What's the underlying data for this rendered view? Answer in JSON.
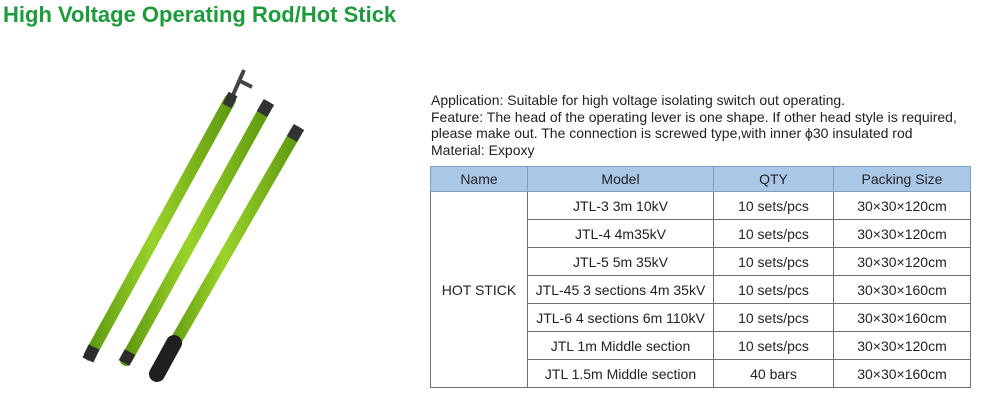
{
  "title": "High Voltage Operating Rod/Hot Stick",
  "description": {
    "application": "Application: Suitable for high voltage isolating switch out operating.",
    "feature_line1": "Feature: The head of the operating lever is one shape. If other head style is required,",
    "feature_line2": "please make out. The connection is screwed type,with inner  ϕ30 insulated rod",
    "material": "Material: Expoxy"
  },
  "table": {
    "headers": [
      "Name",
      "Model",
      "QTY",
      "Packing Size"
    ],
    "name": "HOT STICK",
    "rows": [
      {
        "model": "JTL-3 3m 10kV",
        "qty": "10 sets/pcs",
        "packing": "30×30×120cm"
      },
      {
        "model": "JTL-4 4m35kV",
        "qty": "10 sets/pcs",
        "packing": "30×30×120cm"
      },
      {
        "model": "JTL-5 5m 35kV",
        "qty": "10 sets/pcs",
        "packing": "30×30×120cm"
      },
      {
        "model": "JTL-45 3 sections 4m 35kV",
        "qty": "10 sets/pcs",
        "packing": "30×30×160cm"
      },
      {
        "model": "JTL-6 4 sections 6m 110kV",
        "qty": "10 sets/pcs",
        "packing": "30×30×160cm"
      },
      {
        "model": "JTL 1m Middle section",
        "qty": "10 sets/pcs",
        "packing": "30×30×120cm"
      },
      {
        "model": "JTL 1.5m Middle section",
        "qty": "40 bars",
        "packing": "30×30×160cm"
      }
    ]
  },
  "colors": {
    "title": "#1e9a3c",
    "rod_green": "#86c21f",
    "header_fill": "#a9c8e8"
  }
}
